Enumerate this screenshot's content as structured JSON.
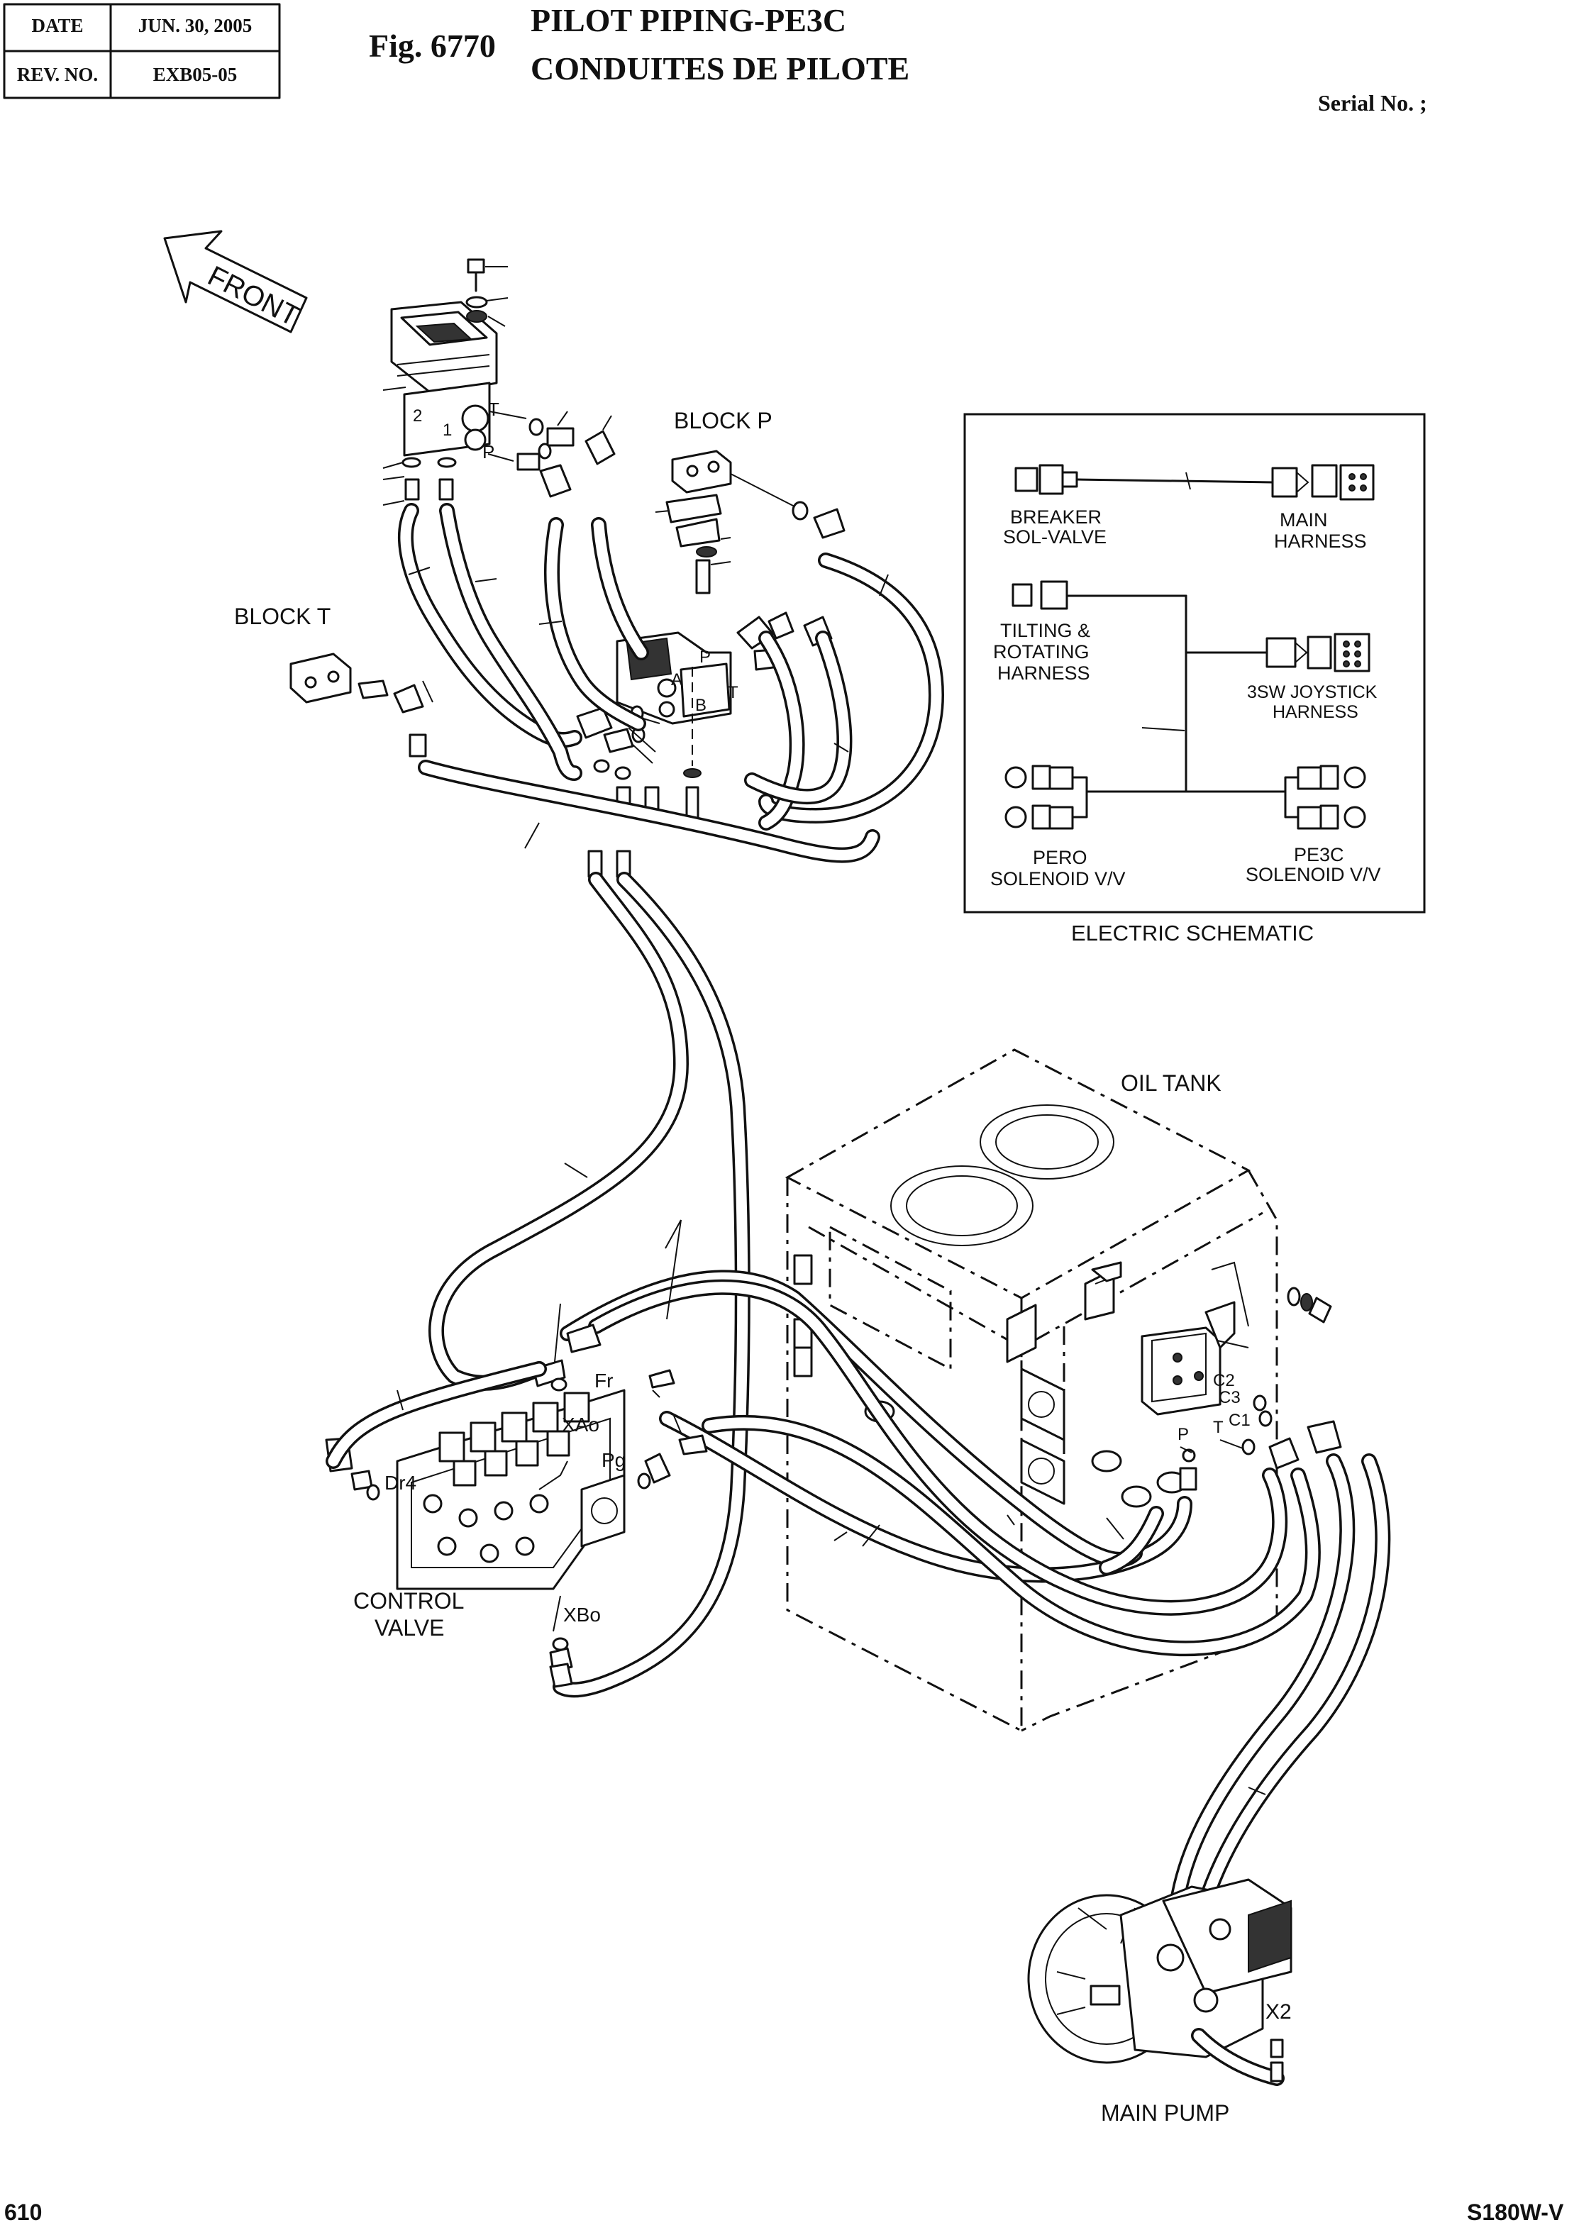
{
  "header": {
    "date_label": "DATE",
    "date_value": "JUN. 30, 2005",
    "rev_label": "REV. NO.",
    "rev_value": "EXB05-05",
    "fig_label": "Fig. 6770",
    "title_en": "PILOT PIPING-PE3C",
    "title_fr": "CONDUITES DE PILOTE",
    "serial": "Serial No. ;"
  },
  "labels": {
    "front": "FRONT",
    "block_p": "BLOCK P",
    "block_t": "BLOCK T",
    "oil_tank": "OIL TANK",
    "control_valve_1": "CONTROL",
    "control_valve_2": "VALVE",
    "main_pump": "MAIN PUMP",
    "port_t": "T",
    "port_p": "P",
    "port_1": "1",
    "port_2": "2",
    "port_a": "A",
    "port_b": "B",
    "port_p2": "P",
    "port_t2": "T",
    "port_fr": "Fr",
    "port_xao": "XAo",
    "port_pg": "Pg",
    "port_dr4": "Dr4",
    "port_xbo": "XBo",
    "port_c2": "C2",
    "port_c3": "C3",
    "port_c1": "C1",
    "port_t3": "T",
    "port_p3": "P",
    "port_x2": "X2"
  },
  "schematic": {
    "title": "ELECTRIC SCHEMATIC",
    "breaker_1": "BREAKER",
    "breaker_2": "SOL-VALVE",
    "main_1": "MAIN",
    "main_2": "HARNESS",
    "tilting_1": "TILTING &",
    "tilting_2": "ROTATING",
    "tilting_3": "HARNESS",
    "joystick_1": "3SW JOYSTICK",
    "joystick_2": "HARNESS",
    "pero_1": "PERO",
    "pero_2": "SOLENOID V/V",
    "pe3c_1": "PE3C",
    "pe3c_2": "SOLENOID V/V"
  },
  "footer": {
    "page_number": "610",
    "model": "S180W-V"
  }
}
